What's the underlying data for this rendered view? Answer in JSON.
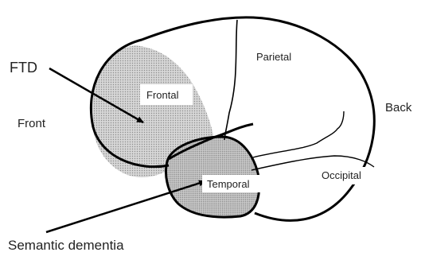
{
  "diagram": {
    "labels": {
      "ftd": "FTD",
      "front": "Front",
      "back": "Back",
      "frontal": "Frontal",
      "parietal": "Parietal",
      "temporal": "Temporal",
      "occipital": "Occipital",
      "semantic_dementia": "Semantic dementia"
    },
    "colors": {
      "outline": "#000000",
      "frontal_shading": "#d3d3d3",
      "temporal_shading": "#c8c8c8",
      "label_box": "#ffffff",
      "background": "#ffffff"
    }
  }
}
